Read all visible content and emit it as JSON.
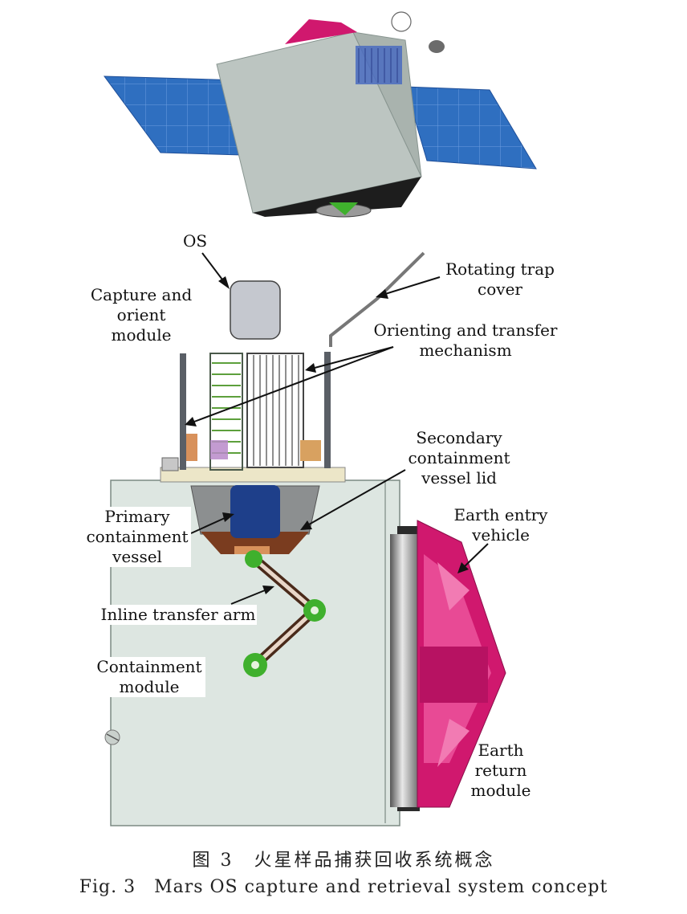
{
  "labels": {
    "os": "OS",
    "capture": [
      "Capture and",
      "orient",
      "module"
    ],
    "trap_cover": [
      "Rotating trap",
      "cover"
    ],
    "orienting": [
      "Orienting and transfer",
      "mechanism"
    ],
    "secondary": [
      "Secondary",
      "containment",
      "vessel lid"
    ],
    "primary": [
      "Primary",
      "containment",
      "vessel"
    ],
    "earth_entry": [
      "Earth entry",
      "vehicle"
    ],
    "inline_arm": "Inline transfer arm",
    "containment": [
      "Containment",
      "module"
    ],
    "earth_return": [
      "Earth",
      "return",
      "module"
    ]
  },
  "caption": {
    "chinese": "图 3　火星样品捕获回收系统概念",
    "english": "Fig. 3　Mars OS capture and retrieval system concept"
  },
  "colors": {
    "body_gray": "#bcc5c1",
    "panel_blue": "#2f6fc0",
    "magenta": "#d0186e",
    "module_bg": "#dde6e1",
    "vessel_blue": "#1e3f8a",
    "arm_green": "#3fb02d"
  }
}
